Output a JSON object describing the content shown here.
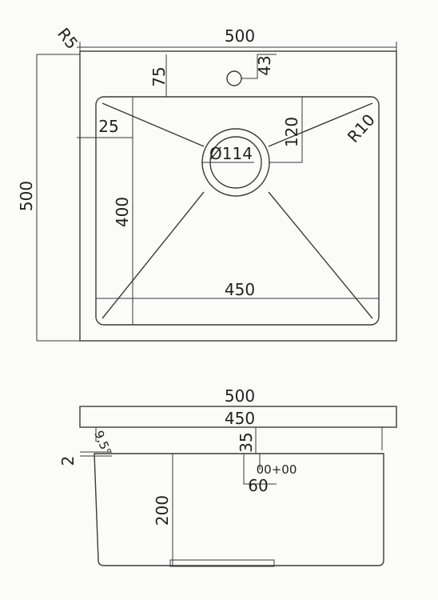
{
  "top_view": {
    "radius_corner": "R5",
    "radius_inner": "R10",
    "width_total": "500",
    "height_total": "500",
    "offset_75": "75",
    "hole_43": "43",
    "inset_25": "25",
    "inner_width": "450",
    "inner_height": "400",
    "drain_offset": "120",
    "drain_dia": "Ø114"
  },
  "side_view": {
    "width_total": "500",
    "inner_width": "450",
    "angle": "9,5°",
    "thickness": "2",
    "depth_35": "35",
    "outlet": "60",
    "overflow_label": "00+00",
    "depth": "200"
  }
}
